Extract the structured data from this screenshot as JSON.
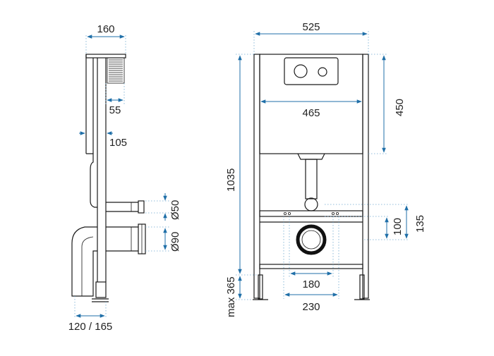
{
  "colors": {
    "line": "#1a1a1a",
    "dimension": "#1f6fa8",
    "extension": "#6fa8cf",
    "background": "#ffffff"
  },
  "side_view": {
    "width_top": "160",
    "plate_depth": "55",
    "frame_depth": "105",
    "pipe_small": "Ø50",
    "pipe_large": "Ø90",
    "bottom_depth": "120 / 165"
  },
  "front_view": {
    "total_width": "525",
    "cistern_width": "465",
    "cistern_height": "450",
    "total_height": "1035",
    "leg_height": "max 365",
    "inlet_height": "135",
    "outlet_height": "100",
    "bolt_spacing_inner": "180",
    "bolt_spacing_outer": "230"
  }
}
